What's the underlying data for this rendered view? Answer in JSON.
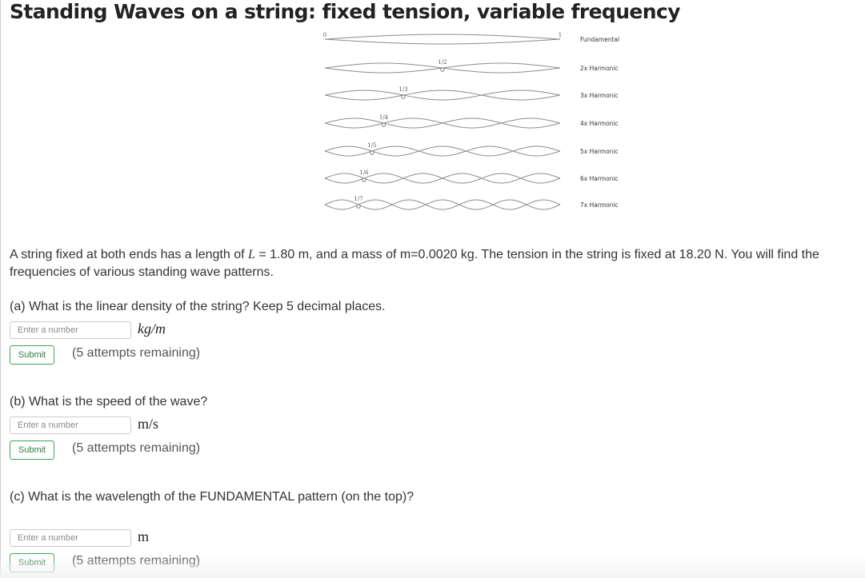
{
  "title": "Standing Waves on a string: fixed tension,  variable frequency",
  "diagram": {
    "end_label_left": "0",
    "end_label_right": "1",
    "harmonics": [
      {
        "label": "Fundamental",
        "node_label": ""
      },
      {
        "label": "2x Harmonic",
        "node_label": "1/2"
      },
      {
        "label": "3x Harmonic",
        "node_label": "1/3"
      },
      {
        "label": "4x Harmonic",
        "node_label": "1/4"
      },
      {
        "label": "5x Harmonic",
        "node_label": "1/5"
      },
      {
        "label": "6x Harmonic",
        "node_label": "1/6"
      },
      {
        "label": "7x Harmonic",
        "node_label": "1/7"
      }
    ]
  },
  "problem": {
    "prefix": "A string fixed at both ends has a length of ",
    "length_var": "L",
    "middle": " = 1.80 m, and a mass of m=0.0020 kg. The tension in the string is fixed at 18.20 N.  You will find the frequencies of various standing wave patterns."
  },
  "questions": [
    {
      "label": "(a) What is the linear density of the string?  Keep 5 decimal places.",
      "placeholder": "Enter a number",
      "unit": "kg/m",
      "submit": "Submit",
      "attempts": "(5 attempts remaining)"
    },
    {
      "label": "(b) What is the speed of the wave?",
      "placeholder": "Enter a number",
      "unit": "m/s",
      "submit": "Submit",
      "attempts": "(5 attempts remaining)"
    },
    {
      "label": "(c) What is the wavelength of the FUNDAMENTAL pattern (on the top)?",
      "placeholder": "Enter a number",
      "unit": "m",
      "submit": "Submit",
      "attempts": "(5 attempts remaining)"
    }
  ]
}
